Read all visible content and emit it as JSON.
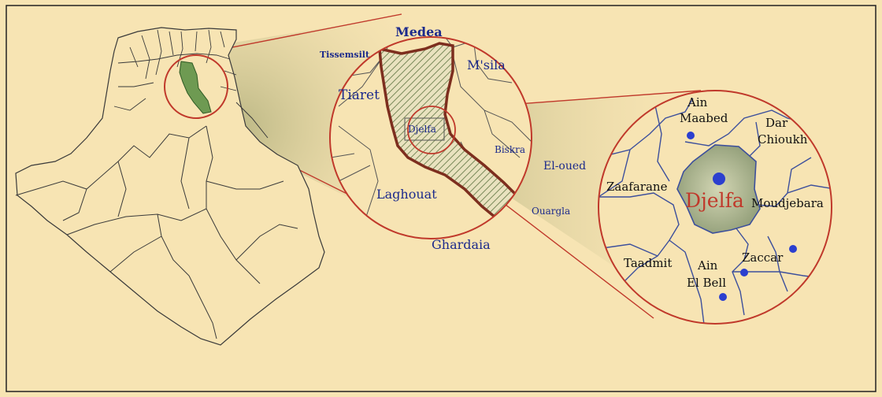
{
  "colors": {
    "background": "#f7e4b3",
    "frame": "#222222",
    "border_line": "#4a4a4a",
    "zoom_ring": "#c0392b",
    "province_outline": "#7d2e1e",
    "province_highlight": "#6e9a52",
    "label_blue": "#1c2a8c",
    "label_black": "#111111",
    "djelfa_red": "#c0392b",
    "town_dot": "#2b3fcf"
  },
  "labels": {
    "tissemsilt": "Tissemsilt",
    "medea": "Medea",
    "msila": "M'sila",
    "tiaret": "Tiaret",
    "djelfa_mid": "Djelfa",
    "biskra": "Biskra",
    "el_oued": "El-oued",
    "laghouat": "Laghouat",
    "ouargla": "Ouargla",
    "ghardaia": "Ghardaia",
    "ain_maabed_1": "Ain",
    "ain_maabed_2": "Maabed",
    "dar_chioukh_1": "Dar",
    "dar_chioukh_2": "Chioukh",
    "zaafarane": "Zaafarane",
    "djelfa_big": "Djelfa",
    "moudjebara": "Moudjebara",
    "taadmit": "Taadmit",
    "ain_el_bell_1": "Ain",
    "ain_el_bell_2": "El Bell",
    "zaccar": "Zaccar"
  }
}
